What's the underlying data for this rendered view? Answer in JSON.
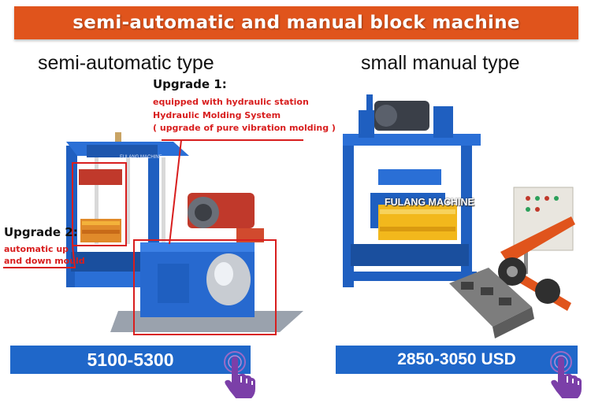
{
  "banner": {
    "title": "semi-automatic and manual block machine"
  },
  "left": {
    "title": "semi-automatic type",
    "upgrade1": {
      "title": "Upgrade 1:",
      "lines": [
        "equipped with hydraulic station",
        "Hydraulic Molding System",
        "( upgrade of pure vibration molding )"
      ]
    },
    "upgrade2": {
      "title": "Upgrade 2:",
      "lines": [
        "automatic up",
        "and down mould"
      ]
    },
    "machine_brand": "FULANG MACHINE",
    "price": "5100-5300"
  },
  "right": {
    "title": "small manual type",
    "watermark": "FULANG MACHINE",
    "price": "2850-3050 USD"
  },
  "colors": {
    "banner": "#e0541c",
    "price_bar": "#1f67c9",
    "annotation_red": "#d81e1e",
    "machine_blue": "#1f5fc0",
    "hand_purple": "#7b3fa8"
  },
  "icons": [
    "tap-hand-icon"
  ]
}
